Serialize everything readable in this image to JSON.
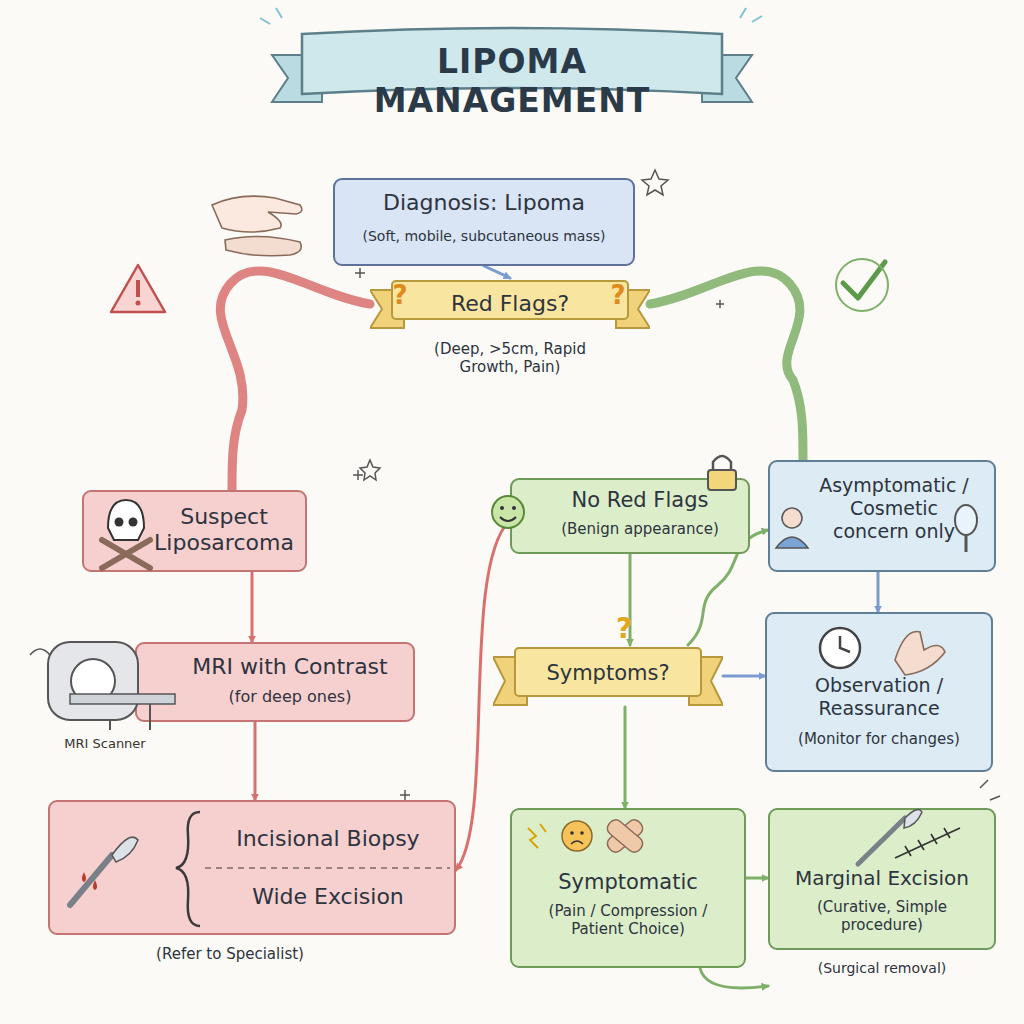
{
  "diagram": {
    "title": "LIPOMA MANAGEMENT",
    "nodes": [
      {
        "text": [
          "Diagnosis: Lipoma",
          "(Soft, mobile, subcutaneous mass)"
        ]
      },
      {
        "text": [
          "Red Flags?",
          "(Deep, >5cm, Rapid Growth, Pain)"
        ]
      },
      {
        "text": [
          "Suspect Liposarcoma"
        ]
      },
      {
        "text": [
          "MRI with Contrast",
          "(for deep ones)"
        ]
      },
      {
        "text": [
          "Incisional Biopsy",
          "Wide Excision",
          "(Refer to Specialist)"
        ]
      },
      {
        "text": [
          "No Red Flags",
          "(Benign appearance)"
        ]
      },
      {
        "text": [
          "Symptoms?"
        ]
      },
      {
        "text": [
          "Asymptomatic / Cosmetic concern only"
        ]
      },
      {
        "text": [
          "Observation / Reassurance",
          "(Monitor for changes)"
        ]
      },
      {
        "text": [
          "Symptomatic",
          "(Pain / Compression / Patient Choice)"
        ]
      },
      {
        "text": [
          "Marginal Excision",
          "(Curative, Simple procedure)",
          "(Surgical removal)"
        ]
      }
    ],
    "edges": [
      {
        "from": 0,
        "to": 1,
        "arrow": "to"
      },
      {
        "from": 1,
        "to": 2,
        "arrow": "to"
      },
      {
        "from": 1,
        "to": 7,
        "arrow": "to"
      },
      {
        "from": 2,
        "to": 3,
        "arrow": "to"
      },
      {
        "from": 3,
        "to": 4,
        "arrow": "to"
      },
      {
        "from": 4,
        "to": 5,
        "arrow": "both"
      },
      {
        "from": 5,
        "to": 6,
        "arrow": "to"
      },
      {
        "from": 6,
        "to": 7,
        "arrow": "to"
      },
      {
        "from": 6,
        "to": 8,
        "arrow": "to"
      },
      {
        "from": 7,
        "to": 8,
        "arrow": "to"
      },
      {
        "from": 6,
        "to": 9,
        "arrow": "to"
      },
      {
        "from": 9,
        "to": 10,
        "arrow": "to"
      },
      {
        "from": 9,
        "to": 10,
        "arrow": "to"
      }
    ],
    "labels": [
      "MRI Scanner",
      "?",
      "?",
      "?"
    ]
  }
}
